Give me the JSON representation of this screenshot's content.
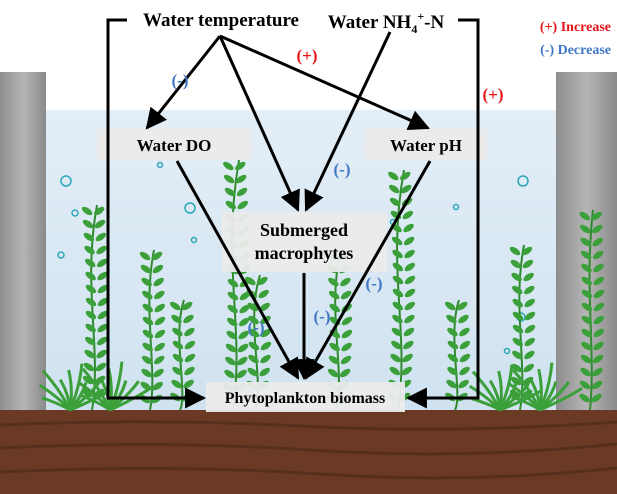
{
  "nodes": {
    "water_temperature": "Water temperature",
    "water_nh4_prefix": "Water NH",
    "water_nh4_sub": "4",
    "water_nh4_sup": "+",
    "water_nh4_suffix": "-N",
    "water_do": "Water DO",
    "water_ph": "Water pH",
    "submerged_macrophytes_line1": "Submerged",
    "submerged_macrophytes_line2": "macrophytes",
    "phytoplankton_biomass": "Phytoplankton biomass"
  },
  "legend": {
    "increase": "(+) Increase",
    "decrease": "(-) Decrease"
  },
  "edge_labels": {
    "temp_to_do": "(-)",
    "temp_to_ph": "(+)",
    "temp_to_phyto": "(+)",
    "nh4_to_macro": "(-)",
    "ph_to_phyto": "(-)",
    "macro_to_phyto": "(-)",
    "do_to_phyto": "(-)"
  },
  "colors": {
    "increase": "#e8141a",
    "decrease": "#3f77c4",
    "water": "#d6e6f2",
    "sediment": "#6b3a24",
    "tank_wall": "#9a9a9a",
    "plant": "#3ca03a",
    "arrow": "#000000"
  }
}
